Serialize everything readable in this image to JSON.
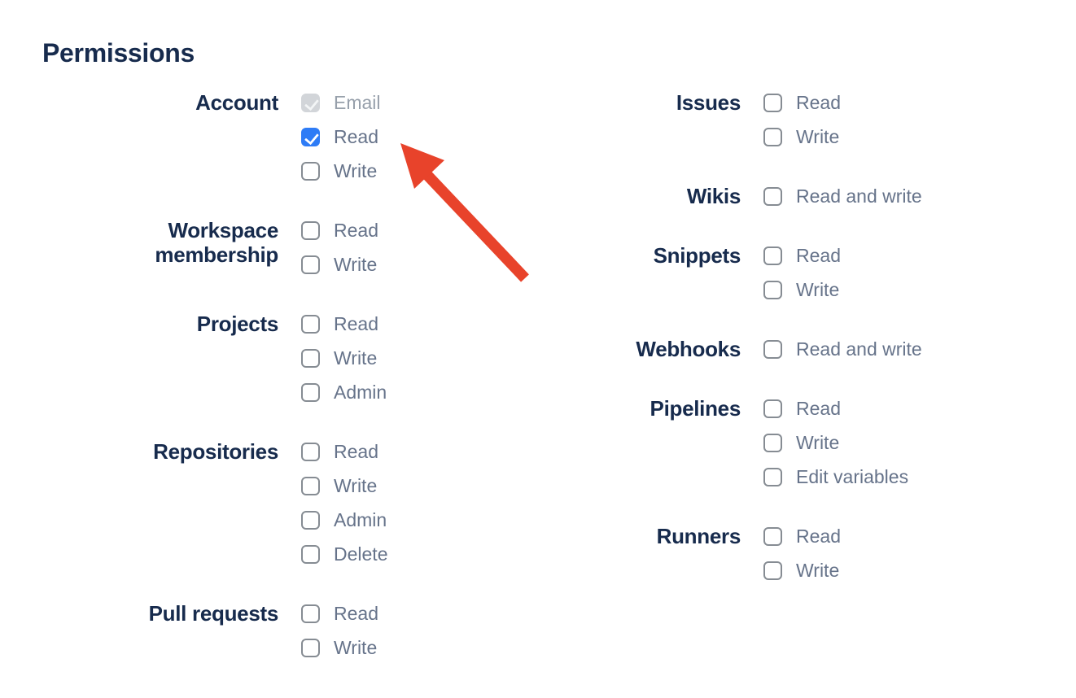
{
  "page": {
    "background": "#ffffff"
  },
  "colors": {
    "heading_text": "#172b4d",
    "group_label_text": "#172b4d",
    "option_label_text": "#66738a",
    "option_label_disabled_text": "#97a0ab",
    "checkbox_border": "#868c93",
    "checkbox_checked_bg": "#2e7cf6",
    "checkbox_disabled_bg": "#d2d5d9",
    "arrow": "#e8432b"
  },
  "annotation": {
    "shape": "arrow",
    "color": "#e8432b",
    "points_at": "Read checkbox under Account"
  },
  "permissions": {
    "heading": "Permissions",
    "columns": [
      {
        "groups": [
          {
            "label": "Account",
            "options": [
              {
                "label": "Email",
                "state": "checked-disabled"
              },
              {
                "label": "Read",
                "state": "checked"
              },
              {
                "label": "Write",
                "state": "unchecked"
              }
            ]
          },
          {
            "label": "Workspace membership",
            "options": [
              {
                "label": "Read",
                "state": "unchecked"
              },
              {
                "label": "Write",
                "state": "unchecked"
              }
            ]
          },
          {
            "label": "Projects",
            "options": [
              {
                "label": "Read",
                "state": "unchecked"
              },
              {
                "label": "Write",
                "state": "unchecked"
              },
              {
                "label": "Admin",
                "state": "unchecked"
              }
            ]
          },
          {
            "label": "Repositories",
            "options": [
              {
                "label": "Read",
                "state": "unchecked"
              },
              {
                "label": "Write",
                "state": "unchecked"
              },
              {
                "label": "Admin",
                "state": "unchecked"
              },
              {
                "label": "Delete",
                "state": "unchecked"
              }
            ]
          },
          {
            "label": "Pull requests",
            "options": [
              {
                "label": "Read",
                "state": "unchecked"
              },
              {
                "label": "Write",
                "state": "unchecked"
              }
            ]
          }
        ]
      },
      {
        "groups": [
          {
            "label": "Issues",
            "options": [
              {
                "label": "Read",
                "state": "unchecked"
              },
              {
                "label": "Write",
                "state": "unchecked"
              }
            ]
          },
          {
            "label": "Wikis",
            "options": [
              {
                "label": "Read and write",
                "state": "unchecked"
              }
            ]
          },
          {
            "label": "Snippets",
            "options": [
              {
                "label": "Read",
                "state": "unchecked"
              },
              {
                "label": "Write",
                "state": "unchecked"
              }
            ]
          },
          {
            "label": "Webhooks",
            "options": [
              {
                "label": "Read and write",
                "state": "unchecked"
              }
            ]
          },
          {
            "label": "Pipelines",
            "options": [
              {
                "label": "Read",
                "state": "unchecked"
              },
              {
                "label": "Write",
                "state": "unchecked"
              },
              {
                "label": "Edit variables",
                "state": "unchecked"
              }
            ]
          },
          {
            "label": "Runners",
            "options": [
              {
                "label": "Read",
                "state": "unchecked"
              },
              {
                "label": "Write",
                "state": "unchecked"
              }
            ]
          }
        ]
      }
    ]
  }
}
